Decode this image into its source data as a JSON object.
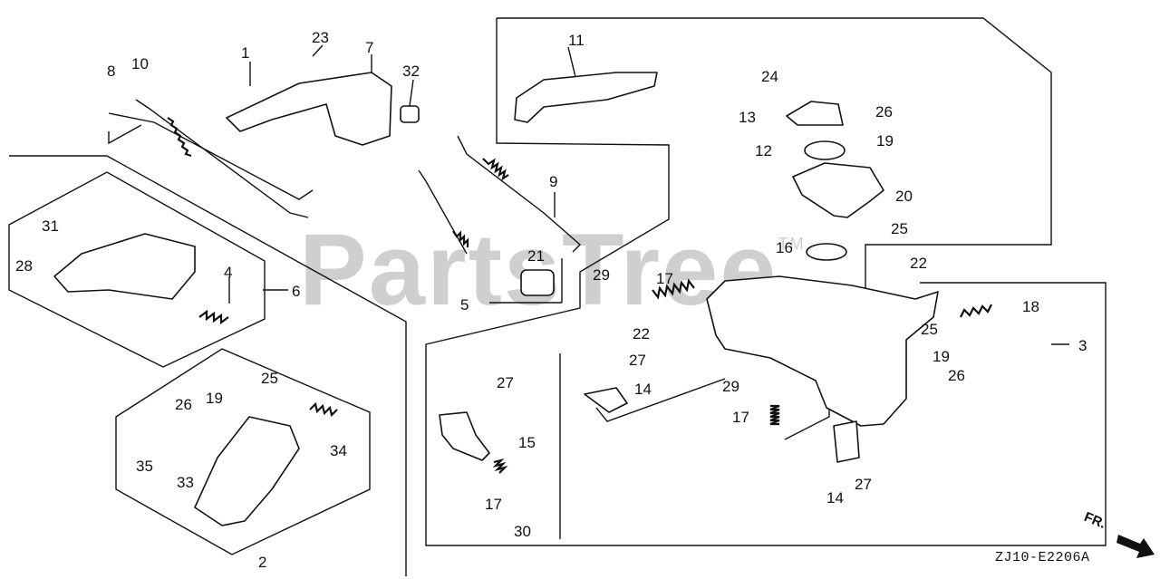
{
  "watermark": {
    "text": "PartsTree",
    "mark": "TM"
  },
  "diagram_code": "ZJ10-E2206A",
  "direction_label": "FR.",
  "callouts": {
    "c1": "1",
    "c2": "2",
    "c3": "3",
    "c4": "4",
    "c5": "5",
    "c6": "6",
    "c7": "7",
    "c8": "8",
    "c9": "9",
    "c10": "10",
    "c11": "11",
    "c12": "12",
    "c13": "13",
    "c14a": "14",
    "c14b": "14",
    "c15": "15",
    "c16": "16",
    "c17a": "17",
    "c17b": "17",
    "c17c": "17",
    "c18": "18",
    "c19a": "19",
    "c19b": "19",
    "c19c": "19",
    "c20": "20",
    "c21": "21",
    "c22a": "22",
    "c22b": "22",
    "c23": "23",
    "c24": "24",
    "c25a": "25",
    "c25b": "25",
    "c25c": "25",
    "c26a": "26",
    "c26b": "26",
    "c26c": "26",
    "c27a": "27",
    "c27b": "27",
    "c27c": "27",
    "c28": "28",
    "c29a": "29",
    "c29b": "29",
    "c30": "30",
    "c31": "31",
    "c32": "32",
    "c33": "33",
    "c34": "34",
    "c35": "35"
  }
}
